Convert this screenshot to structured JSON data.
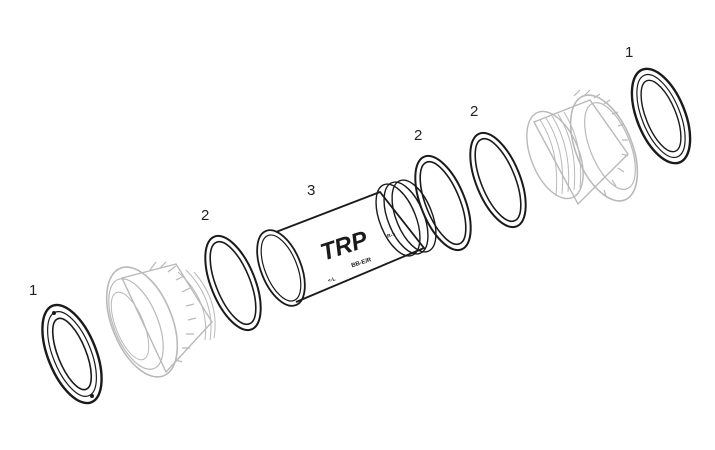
{
  "callouts": {
    "c1_left": "1",
    "c2_left": "2",
    "c3": "3",
    "c2_mid": "2",
    "c2_right": "2",
    "c1_right": "1"
  },
  "logo": {
    "brand": "TRP",
    "model": "BB-E/R",
    "left_mark": "<-L",
    "right_mark": "R->"
  },
  "colors": {
    "outline_dark": "#1a1a1a",
    "outline_gray": "#b9b9b9",
    "background": "#ffffff"
  }
}
